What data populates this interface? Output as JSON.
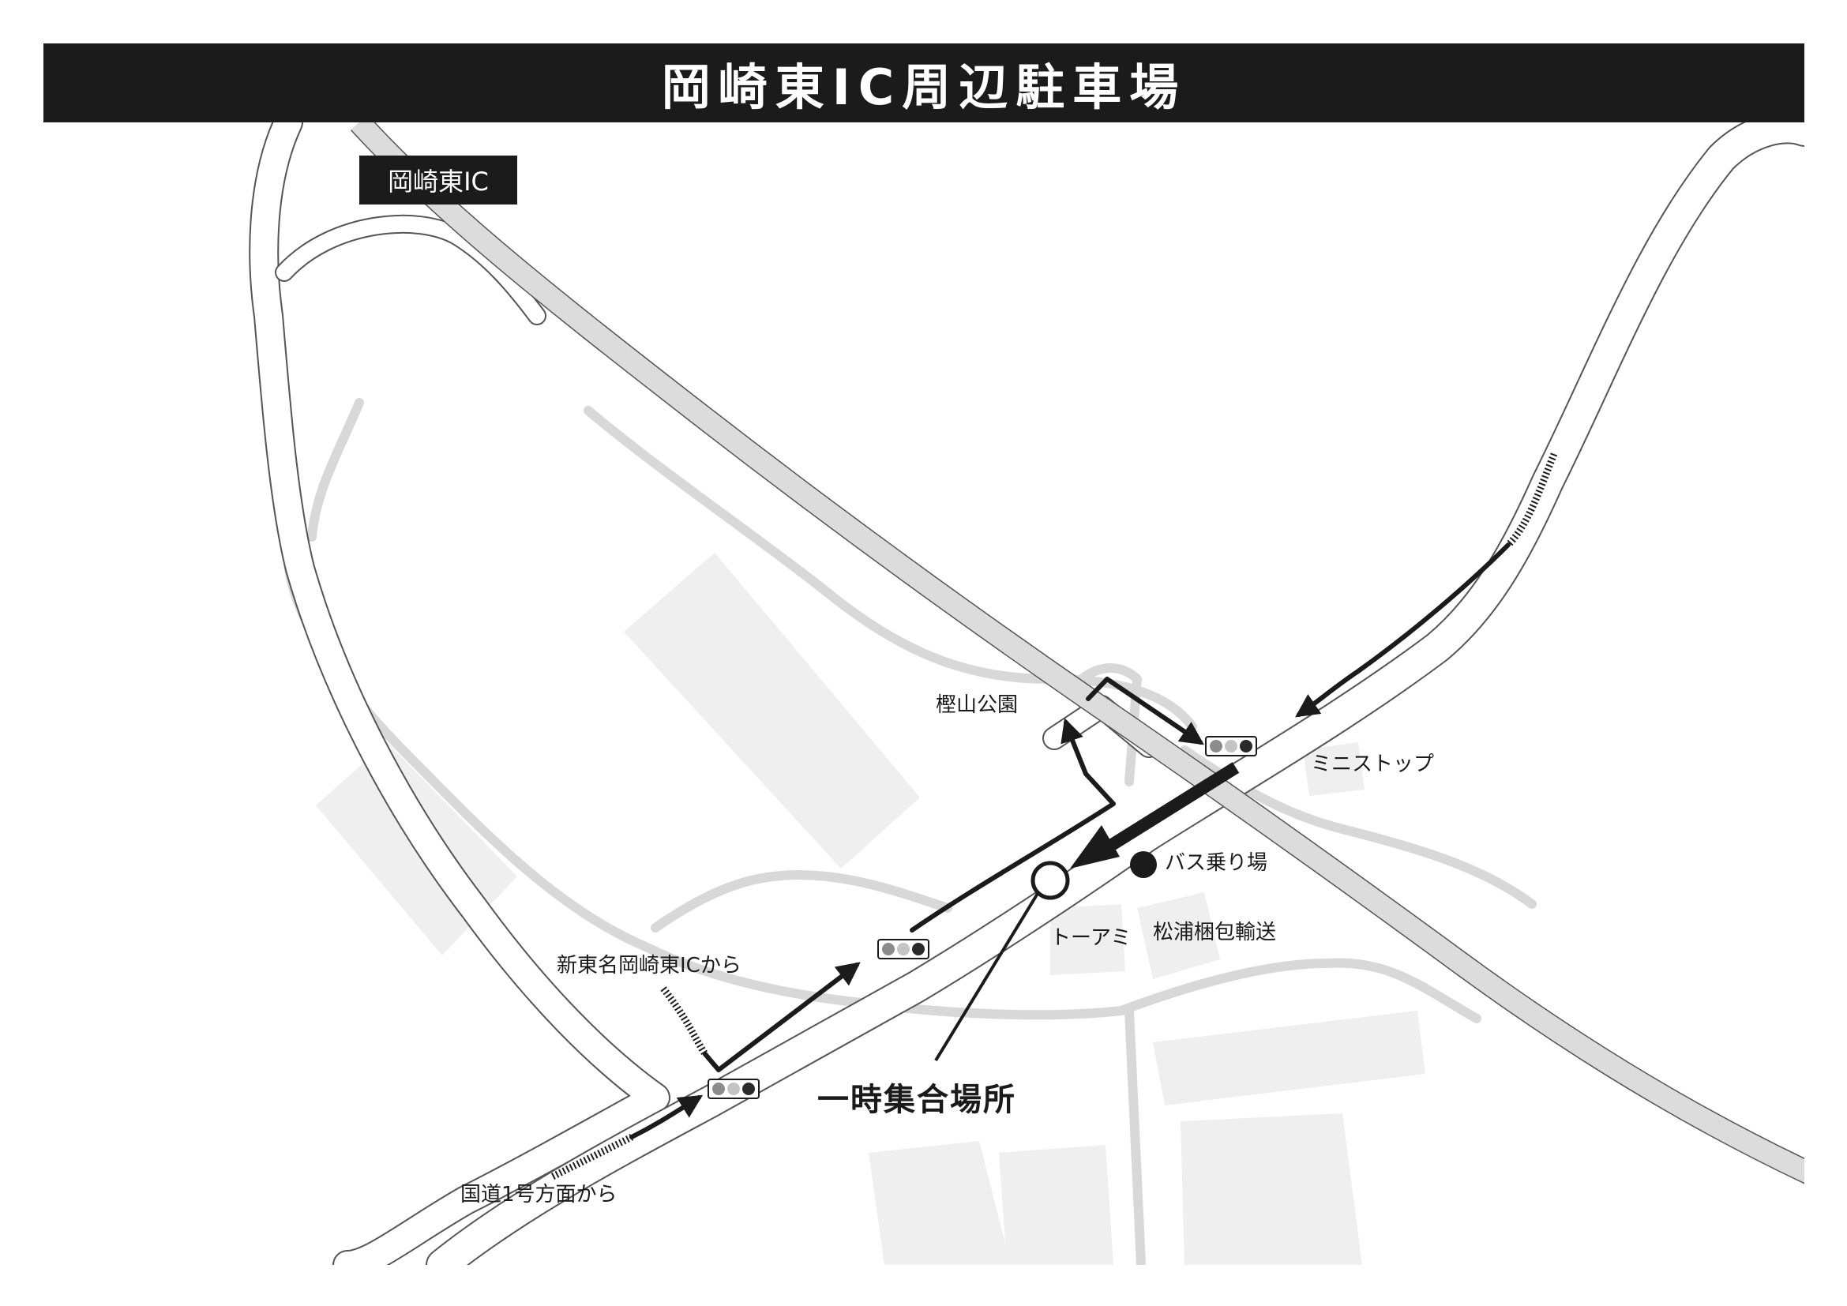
{
  "title": "岡崎東IC周辺駐車場",
  "ic_badge": "岡崎東IC",
  "labels": {
    "park": "樫山公園",
    "ministop": "ミニストップ",
    "bus_stop": "バス乗り場",
    "toami": "トーアミ",
    "matsuura": "松浦梱包輸送",
    "from_shintomei": "新東名岡崎東ICから",
    "from_route1": "国道1号方面から",
    "assembly_point": "一時集合場所"
  },
  "colors": {
    "ink": "#1b1b1b",
    "road_outline": "#555555",
    "expressway_fill": "#dcdcdc",
    "minor_road": "#d8d8d8",
    "building": "#efefef",
    "background": "#ffffff"
  },
  "icons": [
    "traffic-light-icon",
    "route-arrow-icon",
    "bus-stop-marker-icon",
    "assembly-point-marker-icon"
  ]
}
